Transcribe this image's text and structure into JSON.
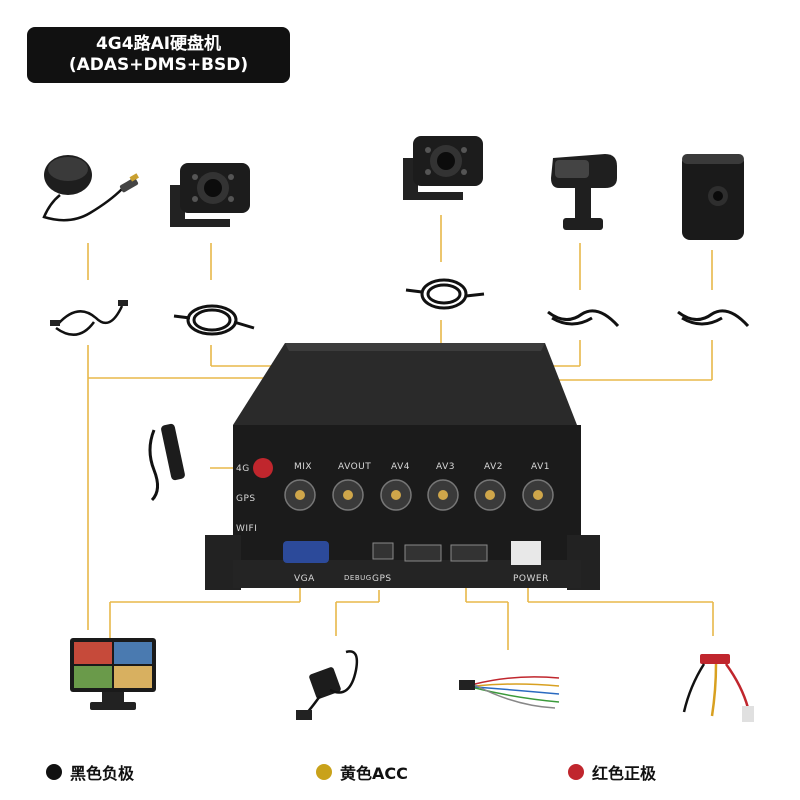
{
  "title": {
    "line1": "4G4路AI硬盘机",
    "line2": "(ADAS+DMS+BSD)"
  },
  "ports": {
    "mix": "MIX",
    "avout": "AVOUT",
    "av4": "AV4",
    "av3": "AV3",
    "av2": "AV2",
    "av1": "AV1",
    "antenna_4g": "4G",
    "gps_led": "GPS",
    "wifi_led": "WIFI",
    "vga": "VGA",
    "debug": "DEBUG",
    "gps": "GPS",
    "power": "POWER"
  },
  "legend": [
    {
      "label": "黑色负极",
      "color": "#111111"
    },
    {
      "label": "黄色ACC",
      "color": "#c9a21a"
    },
    {
      "label": "红色正极",
      "color": "#c0262d"
    }
  ],
  "colors": {
    "wire": "#e8b84a",
    "device_body": "#2b2b2b",
    "connector_gold": "#cfa64a"
  },
  "icons": [
    "ball-camera-icon",
    "night-vision-camera-icon",
    "dms-camera-icon",
    "adas-camera-icon",
    "av-cable-icon",
    "antenna-4g-icon",
    "monitor-icon",
    "gps-module-icon",
    "io-harness-icon",
    "power-cable-icon"
  ]
}
